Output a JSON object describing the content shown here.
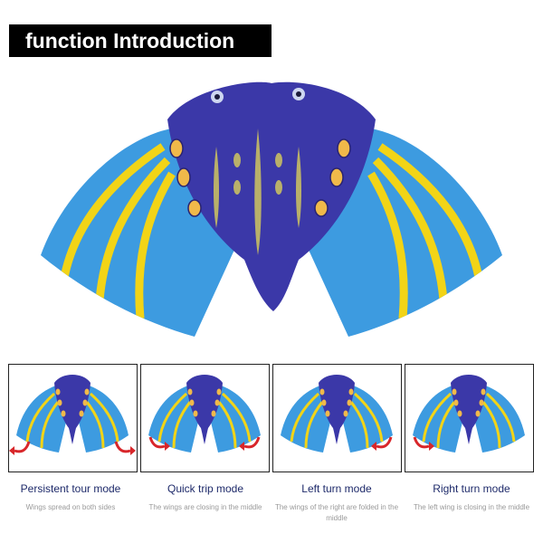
{
  "title": "function Introduction",
  "colors": {
    "body": "#3b38a8",
    "wing_blue": "#3d9be0",
    "wing_yellow": "#f2d417",
    "spot": "#f0b94a",
    "arrow": "#d8262a",
    "mode_title": "#1e2a6a",
    "mode_desc": "#9a9a9a"
  },
  "modes": [
    {
      "title": "Persistent tour mode",
      "desc": "Wings spread on both sides",
      "arrows": "both-outward"
    },
    {
      "title": "Quick trip mode",
      "desc": "The wings are closing in the middle",
      "arrows": "both-inward"
    },
    {
      "title": "Left turn mode",
      "desc": "The wings of the right are folded in the middle",
      "arrows": "right-only"
    },
    {
      "title": "Right turn mode",
      "desc": "The left wing is closing in the middle",
      "arrows": "left-only"
    }
  ]
}
